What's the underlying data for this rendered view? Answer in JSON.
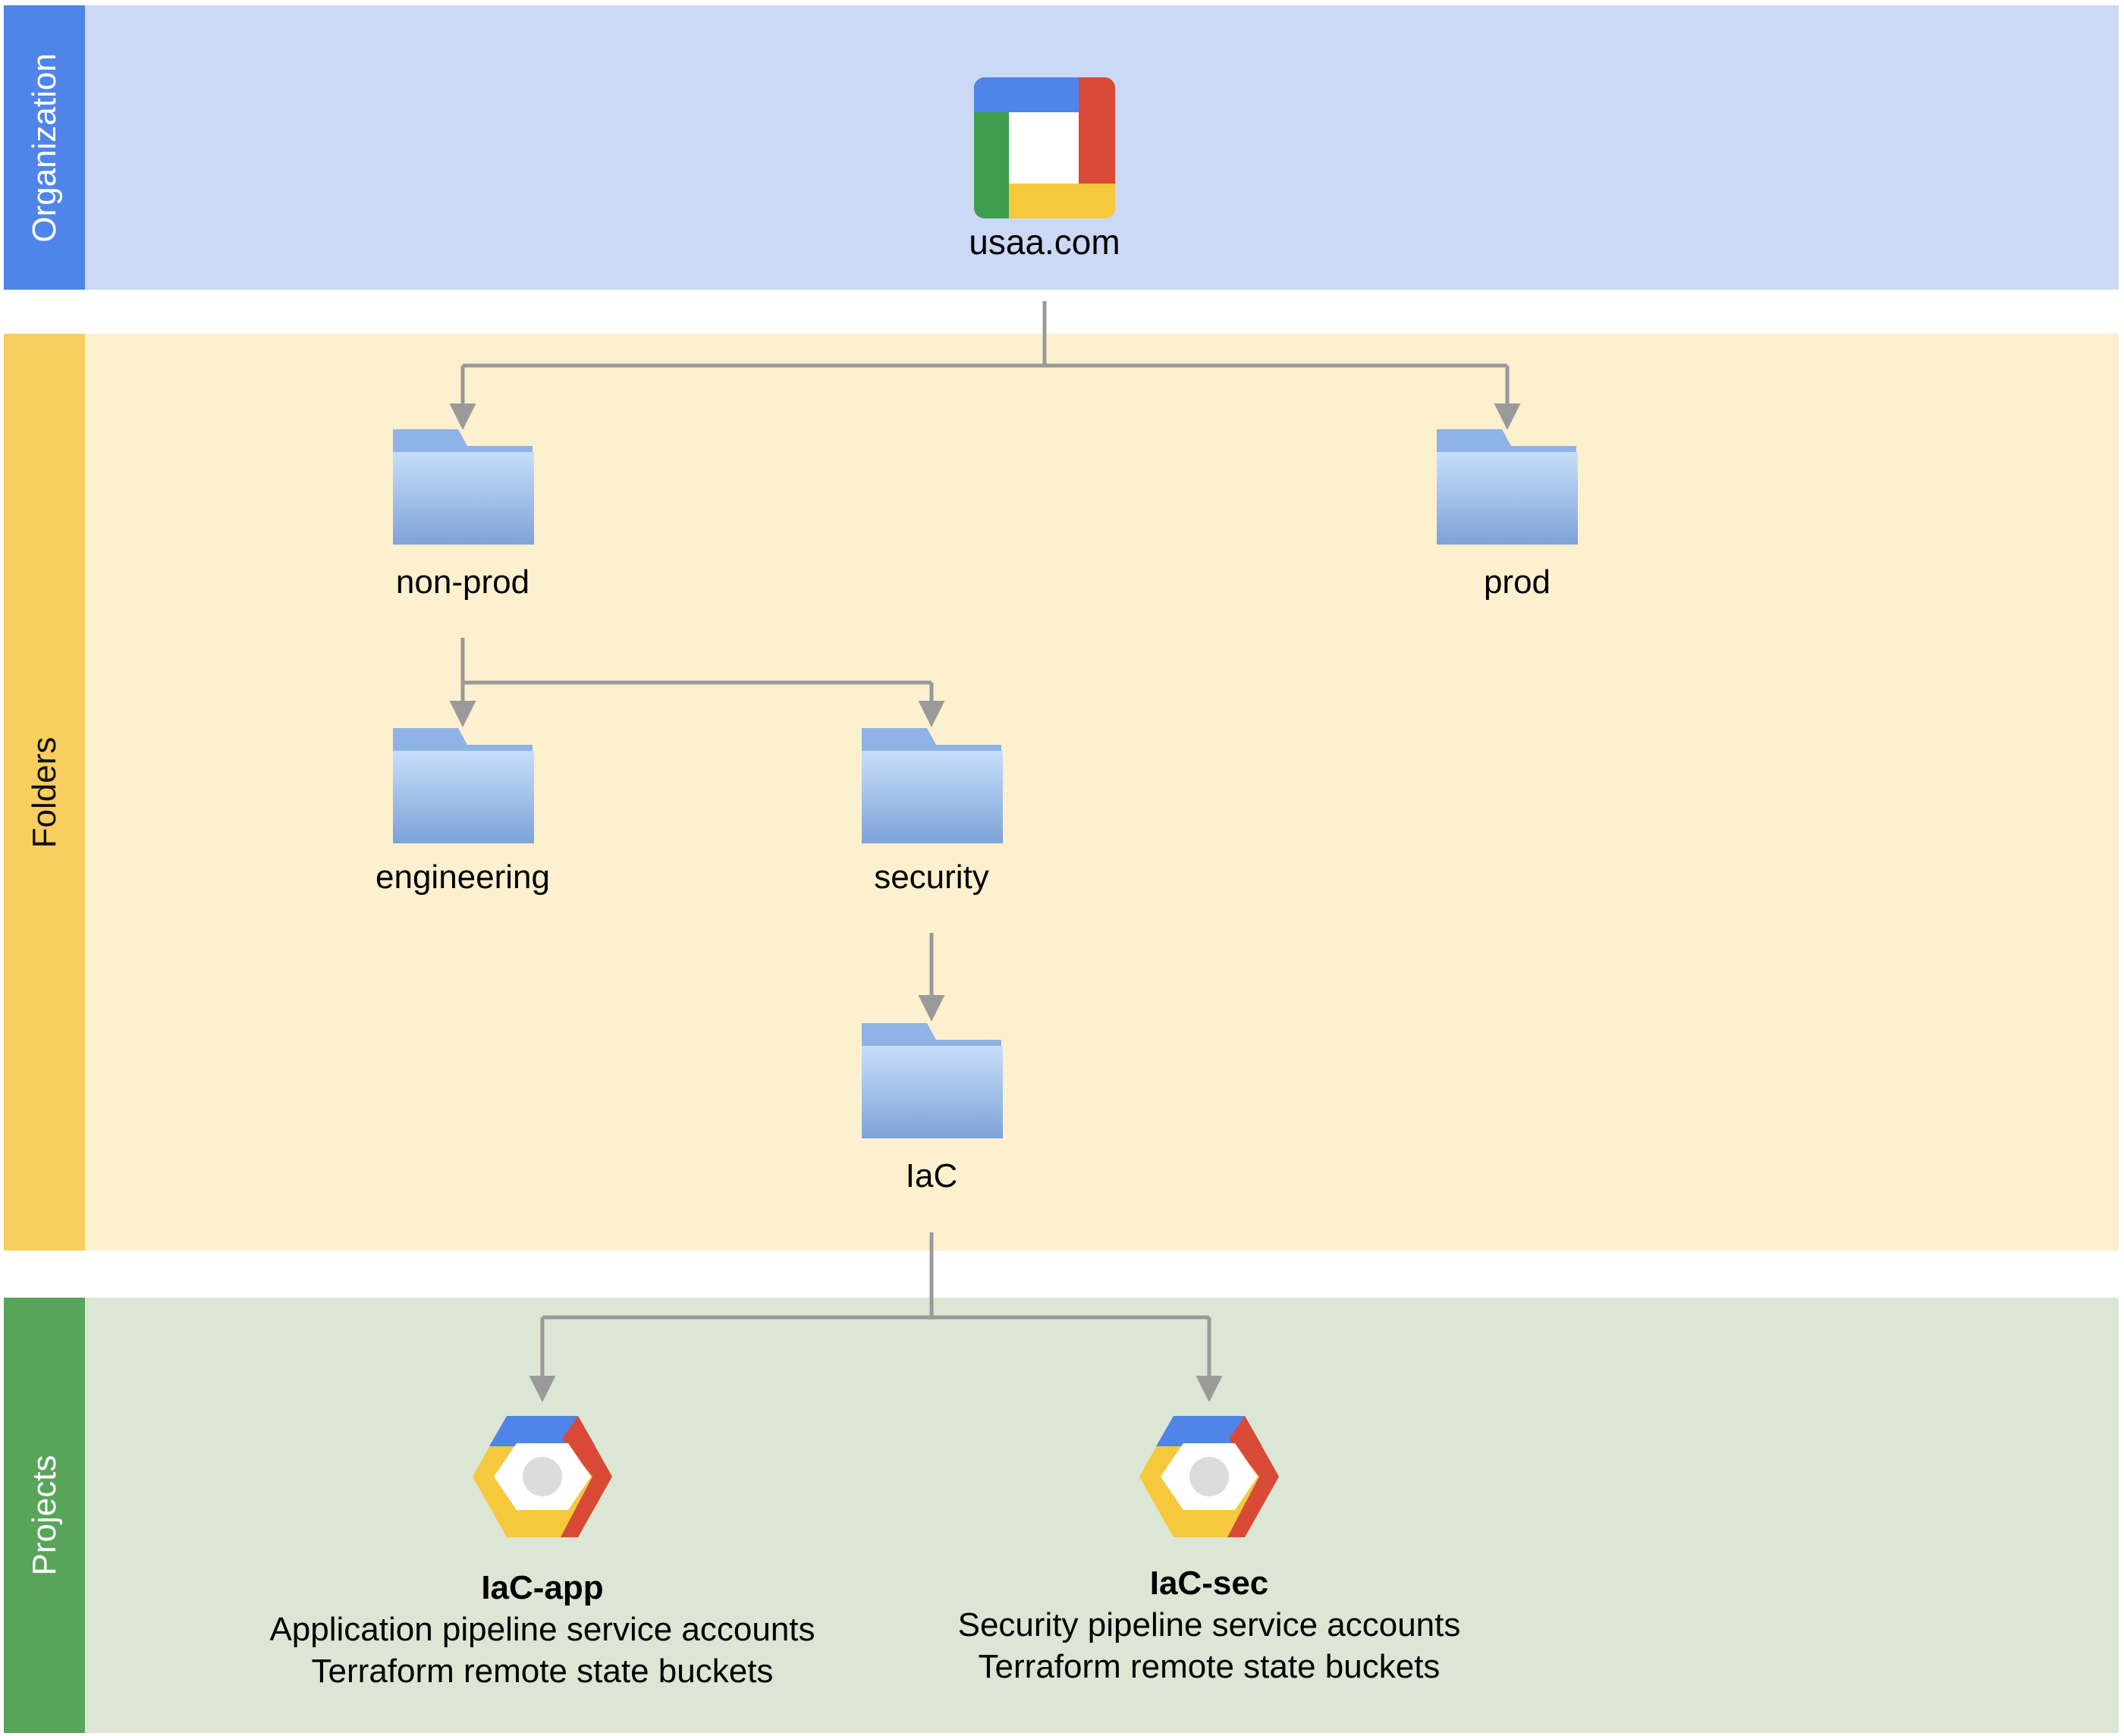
{
  "bands": {
    "organization": "Organization",
    "folders": "Folders",
    "projects": "Projects"
  },
  "org": {
    "name": "usaa.com",
    "icon": "gcp-organization-icon"
  },
  "folders": {
    "non_prod": "non-prod",
    "prod": "prod",
    "engineering": "engineering",
    "security": "security",
    "iac": "IaC"
  },
  "projects": {
    "iac_app": {
      "title": "IaC-app",
      "line1": "Application pipeline service accounts",
      "line2": "Terraform remote state buckets"
    },
    "iac_sec": {
      "title": "IaC-sec",
      "line1": "Security pipeline service accounts",
      "line2": "Terraform remote state buckets"
    }
  },
  "colors": {
    "connector": "#9a9a9a",
    "folder_top": "#b7d3f3",
    "folder_bottom": "#7ea3d8",
    "google_blue": "#4f85e9",
    "google_red": "#d94a36",
    "google_yellow": "#f6c93d",
    "google_green": "#3e9d4e"
  }
}
